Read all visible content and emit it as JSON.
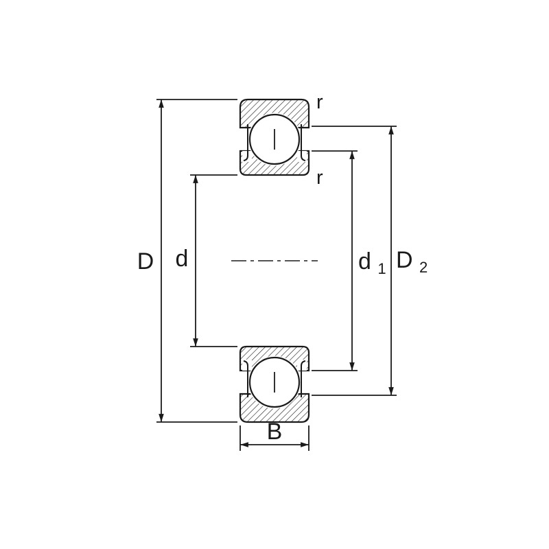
{
  "diagram": {
    "labels": {
      "outer_diameter": "D",
      "bore_diameter": "d",
      "inner_shoulder": {
        "main": "d",
        "sub": "1"
      },
      "outer_shoulder": {
        "main": "D",
        "sub": "2"
      },
      "width": "B",
      "fillet_outer": "r",
      "fillet_bore": "r"
    },
    "colors": {
      "ink": "#1a1a1a",
      "background": "#ffffff"
    }
  }
}
